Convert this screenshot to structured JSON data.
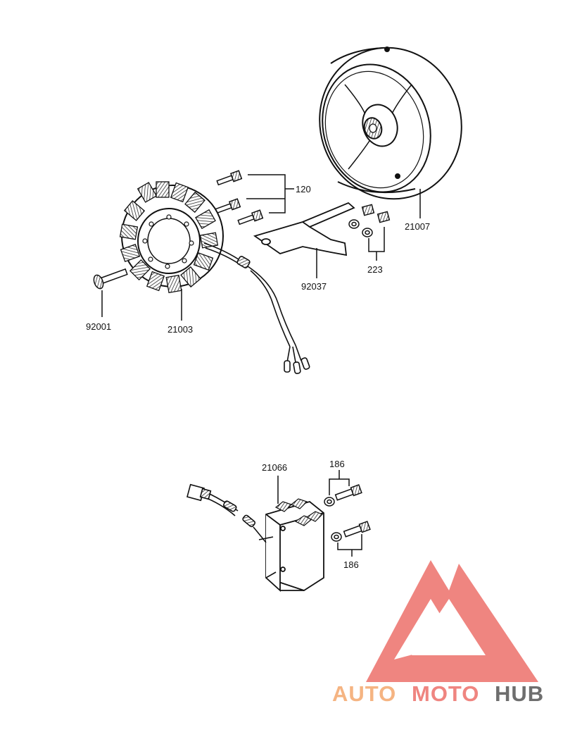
{
  "parts": {
    "flywheel_rotor": "21007",
    "stator": "21003",
    "stator_bolt": "92001",
    "screws": "120",
    "bracket": "92037",
    "bracket_bolts": "223",
    "regulator": "21066",
    "regulator_bolts_top": "186",
    "regulator_bolts_bottom": "186"
  },
  "watermark": {
    "auto": "AUTO",
    "moto": "MOTO",
    "hub": "HUB"
  },
  "colors": {
    "line": "#111111",
    "watermark_orange": "#f5b482",
    "watermark_red": "#ef8580",
    "watermark_grey": "#6e6e6e"
  }
}
